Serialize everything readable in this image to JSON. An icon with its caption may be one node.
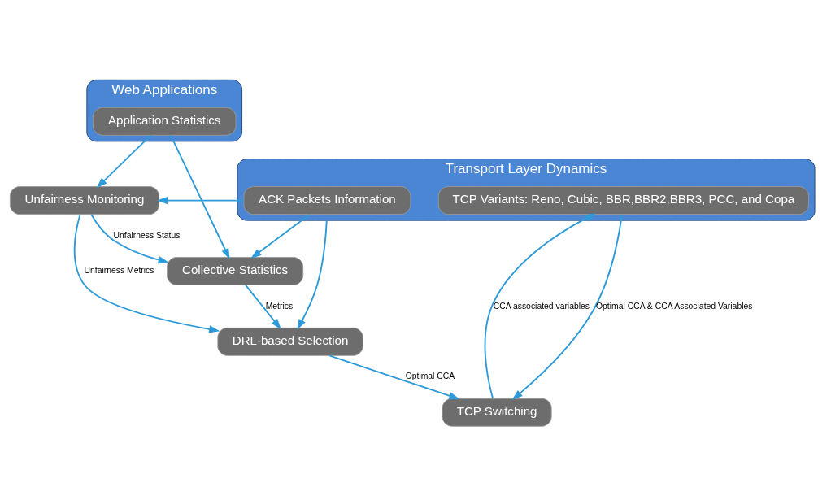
{
  "diagram": {
    "nodes": [
      {
        "text": [
          "Web Applications"
        ]
      },
      {
        "text": [
          "Application Statistics"
        ],
        "in": 0
      },
      {
        "text": [
          "Unfairness Monitoring"
        ]
      },
      {
        "text": [
          "Collective Statistics"
        ]
      },
      {
        "text": [
          "DRL-based Selection"
        ]
      },
      {
        "text": [
          "TCP Switching"
        ]
      },
      {
        "text": [
          "Transport Layer Dynamics"
        ]
      },
      {
        "text": [
          "ACK Packets Information"
        ],
        "in": 6
      },
      {
        "text": [
          "TCP Variants: Reno, Cubic, BBR,BBR2,BBR3, PCC, and Copa"
        ],
        "in": 6
      }
    ],
    "edges": [
      {
        "from": 1,
        "to": 2,
        "arrow": "to"
      },
      {
        "from": 7,
        "to": 2,
        "arrow": "to"
      },
      {
        "from": 1,
        "to": 3,
        "arrow": "to"
      },
      {
        "from": 7,
        "to": 3,
        "arrow": "to"
      },
      {
        "from": 2,
        "to": 3,
        "arrow": "to",
        "label": "Unfairness Status"
      },
      {
        "from": 2,
        "to": 4,
        "arrow": "to",
        "label": "Unfairness Metrics"
      },
      {
        "from": 3,
        "to": 4,
        "arrow": "to",
        "label": "Metrics"
      },
      {
        "from": 6,
        "to": 4,
        "arrow": "to"
      },
      {
        "from": 4,
        "to": 5,
        "arrow": "to",
        "label": "Optimal CCA"
      },
      {
        "from": 5,
        "to": 8,
        "arrow": "to",
        "label": "CCA associated variables"
      },
      {
        "from": 8,
        "to": 5,
        "arrow": "to",
        "label": "Optimal CCA & CCA Associated Variables"
      }
    ]
  }
}
